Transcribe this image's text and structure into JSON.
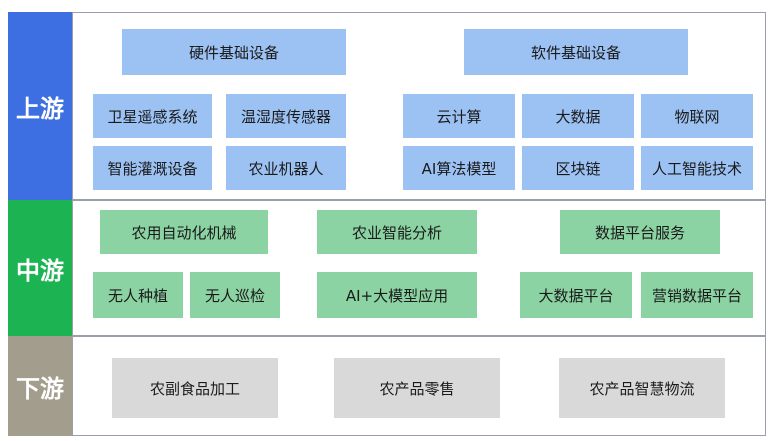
{
  "upstream": {
    "label": "上游",
    "hardware": {
      "title": "硬件基础设备",
      "items": [
        "卫星遥感系统",
        "温湿度传感器",
        "智能灌溉设备",
        "农业机器人"
      ]
    },
    "software": {
      "title": "软件基础设备",
      "items": [
        "云计算",
        "大数据",
        "物联网",
        "AI算法模型",
        "区块链",
        "人工智能技术"
      ]
    }
  },
  "midstream": {
    "label": "中游",
    "categories": [
      "农用自动化机械",
      "农业智能分析",
      "数据平台服务"
    ],
    "items": [
      "无人种植",
      "无人巡检",
      "AI+大模型应用",
      "大数据平台",
      "营销数据平台"
    ]
  },
  "downstream": {
    "label": "下游",
    "items": [
      "农副食品加工",
      "农产品零售",
      "农产品智慧物流"
    ]
  },
  "colors": {
    "upstream_label": "#3d6fe2",
    "midstream_label": "#1cb452",
    "downstream_label": "#a29d8c",
    "upstream_box": "#9cc2f4",
    "midstream_box": "#8cd3a3",
    "downstream_box": "#d9d9d9"
  }
}
